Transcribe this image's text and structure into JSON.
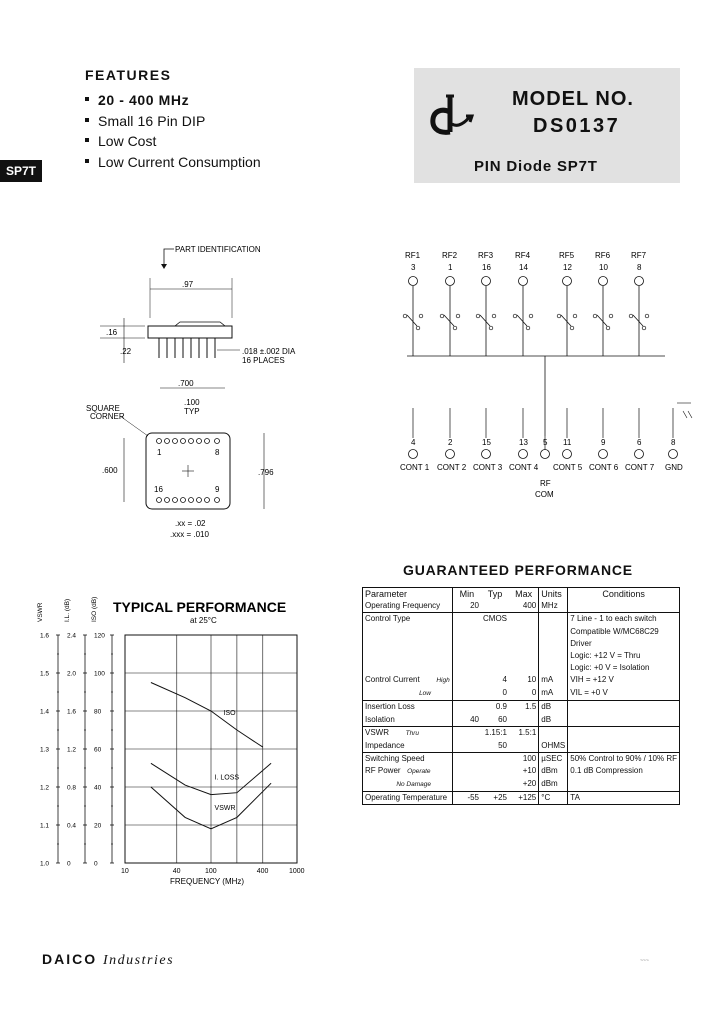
{
  "features": {
    "title": "FEATURES",
    "items": [
      "20 - 400 MHz",
      "Small 16 Pin DIP",
      "Low Cost",
      "Low Current Consumption"
    ]
  },
  "tab_label": "SP7T",
  "model": {
    "title": "MODEL NO.",
    "number": "DS0137",
    "subtitle": "PIN Diode SP7T",
    "box_color": "#e1e1e1"
  },
  "package": {
    "part_id": "PART IDENTIFICATION",
    "dim_width": ".97",
    "dim_height": ".16",
    "dim_lead": ".22",
    "dia": ".018 ±.002 DIA",
    "places": "16 PLACES",
    "pin_span": ".700",
    "pin_pitch": ".100",
    "typ": "TYP",
    "square_corner_1": "SQUARE",
    "square_corner_2": "CORNER",
    "pin1": "1",
    "pin8": "8",
    "pin16": "16",
    "pin9": "9",
    "body_height": ".600",
    "body_width": ".796",
    "tol_xx": ".xx = .02",
    "tol_xxx": ".xxx = .010"
  },
  "schematic": {
    "top_ports": [
      {
        "name": "RF1",
        "pin": "3"
      },
      {
        "name": "RF2",
        "pin": "1"
      },
      {
        "name": "RF3",
        "pin": "16"
      },
      {
        "name": "RF4",
        "pin": "14"
      },
      {
        "name": "RF5",
        "pin": "12"
      },
      {
        "name": "RF6",
        "pin": "10"
      },
      {
        "name": "RF7",
        "pin": "8"
      }
    ],
    "bottom_pins": [
      "4",
      "2",
      "15",
      "13",
      "5",
      "11",
      "9",
      "6",
      "8"
    ],
    "bottom_labels": [
      "CONT 1",
      "CONT 2",
      "CONT 3",
      "CONT 4",
      "CONT 5",
      "CONT 6",
      "CONT 7",
      "GND"
    ],
    "rf_com_1": "RF",
    "rf_com_2": "COM"
  },
  "typical": {
    "title": "TYPICAL PERFORMANCE",
    "subtitle": "at 25°C"
  },
  "chart_data": {
    "type": "line",
    "title": "TYPICAL PERFORMANCE",
    "subtitle": "at 25°C",
    "xlabel": "FREQUENCY (MHz)",
    "x_ticks": [
      "10",
      "40",
      "100",
      "400",
      "1000"
    ],
    "x_scale": "log",
    "xlim": [
      10,
      1000
    ],
    "left_axes": [
      {
        "label": "VSWR",
        "ticks": [
          "1.6",
          "1.5",
          "1.4",
          "1.3",
          "1.2",
          "1.1",
          "1.0"
        ]
      },
      {
        "label": "I.L. (dB)",
        "ticks": [
          "2.4",
          "2.0",
          "1.6",
          "1.2",
          "0.8",
          "0.4",
          "0"
        ]
      },
      {
        "label": "ISO (dB)",
        "ticks": [
          "120",
          "100",
          "80",
          "60",
          "40",
          "20",
          "0"
        ]
      }
    ],
    "series": [
      {
        "name": "ISO",
        "axis": "ISO (dB)",
        "x": [
          20,
          50,
          100,
          200,
          400
        ],
        "y": [
          95,
          87,
          80,
          70,
          61
        ]
      },
      {
        "name": "I. LOSS",
        "axis": "I.L. (dB)",
        "x": [
          20,
          50,
          100,
          200,
          500
        ],
        "y": [
          1.05,
          0.82,
          0.72,
          0.74,
          1.05
        ]
      },
      {
        "name": "VSWR",
        "axis": "VSWR",
        "x": [
          20,
          50,
          100,
          200,
          500
        ],
        "y": [
          1.2,
          1.12,
          1.09,
          1.12,
          1.21
        ]
      }
    ],
    "grid": true
  },
  "performance": {
    "title": "GUARANTEED PERFORMANCE",
    "headers": [
      "Parameter",
      "Min",
      "Typ",
      "Max",
      "Units",
      "Conditions"
    ],
    "rows": [
      {
        "p": "Operating Frequency",
        "sub": "",
        "min": "20",
        "typ": "",
        "max": "400",
        "u": "MHz",
        "c": "",
        "top": false
      },
      {
        "p": "Control Type",
        "sub": "",
        "min": "",
        "typ": "CMOS",
        "max": "",
        "u": "",
        "c": "7 Line - 1 to each switch",
        "top": true
      },
      {
        "p": "",
        "sub": "",
        "min": "",
        "typ": "",
        "max": "",
        "u": "",
        "c": "Compatible W/MC68C29",
        "top": false
      },
      {
        "p": "",
        "sub": "",
        "min": "",
        "typ": "",
        "max": "",
        "u": "",
        "c": "Driver",
        "top": false
      },
      {
        "p": "",
        "sub": "",
        "min": "",
        "typ": "",
        "max": "",
        "u": "",
        "c": "Logic: +12 V = Thru",
        "top": false
      },
      {
        "p": "",
        "sub": "",
        "min": "",
        "typ": "",
        "max": "",
        "u": "",
        "c": "Logic: +0 V = Isolation",
        "top": false
      },
      {
        "p": "Control Current",
        "sub": "High",
        "min": "",
        "typ": "4",
        "max": "10",
        "u": "mA",
        "c": "VIH = +12 V",
        "top": false
      },
      {
        "p": "",
        "sub": "Low",
        "min": "",
        "typ": "0",
        "max": "0",
        "u": "mA",
        "c": "VIL = +0 V",
        "top": false
      },
      {
        "p": "Insertion Loss",
        "sub": "",
        "min": "",
        "typ": "0.9",
        "max": "1.5",
        "u": "dB",
        "c": "",
        "top": true
      },
      {
        "p": "Isolation",
        "sub": "",
        "min": "40",
        "typ": "60",
        "max": "",
        "u": "dB",
        "c": "",
        "top": false
      },
      {
        "p": "VSWR",
        "sub": "Thru",
        "min": "",
        "typ": "1.15:1",
        "max": "1.5:1",
        "u": "",
        "c": "",
        "top": true
      },
      {
        "p": "Impedance",
        "sub": "",
        "min": "",
        "typ": "50",
        "max": "",
        "u": "OHMS",
        "c": "",
        "top": false
      },
      {
        "p": "Switching Speed",
        "sub": "",
        "min": "",
        "typ": "",
        "max": "100",
        "u": "µSEC",
        "c": "50% Control to 90% / 10% RF",
        "top": true
      },
      {
        "p": "RF Power",
        "sub": "Operate",
        "min": "",
        "typ": "",
        "max": "+10",
        "u": "dBm",
        "c": "0.1 dB Compression",
        "top": false
      },
      {
        "p": "",
        "sub": "No Damage",
        "min": "",
        "typ": "",
        "max": "+20",
        "u": "dBm",
        "c": "",
        "top": false
      },
      {
        "p": "Operating Temperature",
        "sub": "",
        "min": "-55",
        "typ": "+25",
        "max": "+125",
        "u": "°C",
        "c": "TA",
        "top": true
      }
    ]
  },
  "footer": {
    "company": "DAICO",
    "industries": "Industries"
  }
}
